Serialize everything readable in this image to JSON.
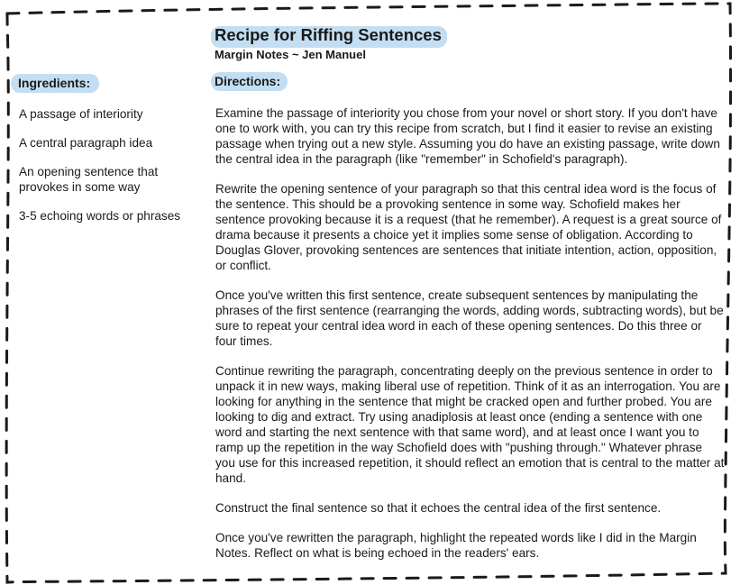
{
  "header": {
    "title": "Recipe for Riffing Sentences",
    "subtitle": "Margin Notes ~ Jen Manuel"
  },
  "ingredients": {
    "heading": "Ingredients:",
    "items": [
      "A passage of interiority",
      "A central paragraph idea",
      "An opening sentence that provokes in some way",
      "3-5 echoing words or phrases"
    ]
  },
  "directions": {
    "heading": "Directions:",
    "paragraphs": [
      "Examine the passage of interiority you chose from your novel or short story. If you don't have one to work with, you can try this recipe from scratch, but I find it easier to revise an existing passage when trying out a new style. Assuming you do have an existing passage, write down the central idea in the paragraph (like \"remember\" in Schofield's paragraph).",
      "Rewrite the opening sentence of your paragraph so that this central idea word is the focus of the sentence. This should be a provoking sentence in some way. Schofield makes her sentence provoking because it is a request (that he remember). A request is a great source of drama because it presents a choice yet it implies some sense of obligation. According to Douglas Glover, provoking sentences are sentences that initiate intention, action, opposition, or conflict.",
      "Once you've written this first sentence, create subsequent sentences by manipulating the phrases of the first sentence (rearranging the words, adding words, subtracting words), but be sure to repeat your central idea word in each of these opening sentences. Do this three or four times.",
      "Continue rewriting the paragraph, concentrating deeply on the previous sentence in order to unpack it in new ways, making liberal use of repetition. Think of it as an interrogation. You are looking for anything in the sentence that might be cracked open and further probed. You are looking to dig and extract. Try using anadiplosis at least once (ending a sentence with one word and starting the next sentence with that same word), and at least once I want you to ramp up the repetition in the way Schofield does with \"pushing through.\" Whatever phrase you use for this increased repetition, it should reflect an emotion that is central to the matter at hand.",
      "Construct the final sentence so that it echoes the central idea of the first sentence.",
      "Once you've rewritten the paragraph, highlight the repeated words like I did in the Margin Notes. Reflect on what is being echoed in the readers' ears."
    ]
  },
  "colors": {
    "highlight": "#b8d8f0",
    "border": "#1a1a1a",
    "text": "#1a1a1a"
  }
}
